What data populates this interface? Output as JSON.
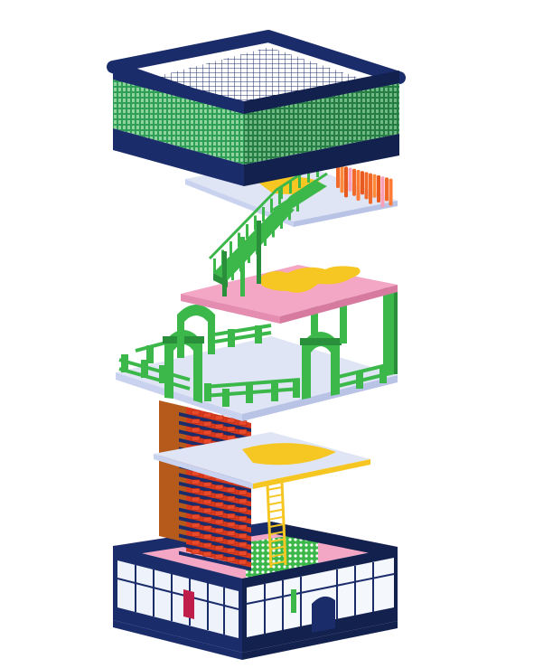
{
  "diagram": {
    "kind": "exploded-axonometric-building",
    "levels": [
      {
        "id": "roof-cage",
        "facade": "green-mesh"
      },
      {
        "id": "stair-deck",
        "features": [
          "green-staircase",
          "orange-curtain",
          "yellow-platform"
        ]
      },
      {
        "id": "arch-terrace",
        "features": [
          "pink-slab",
          "green-arches",
          "green-railings"
        ]
      },
      {
        "id": "seating-deck",
        "features": [
          "red-tiered-seats",
          "yellow-ladder",
          "yellow-pool"
        ]
      },
      {
        "id": "ground-pavilion",
        "features": [
          "glass-facade",
          "pink-floor",
          "green-screens"
        ]
      }
    ],
    "colors": {
      "navy": "#1b2c6b",
      "navy_dark": "#13214f",
      "mesh_green": "#2f9e57",
      "bright_green": "#3cb84a",
      "green_dark": "#2a8f3a",
      "pink": "#f4a7c4",
      "pink_dark": "#e48db0",
      "slab": "#dfe5f5",
      "slab_side": "#c9d2ee",
      "yellow": "#f6c623",
      "seat_red": "#d93a1c",
      "curtain_orange": "#f26a2a",
      "glass": "#eef3fb"
    }
  }
}
